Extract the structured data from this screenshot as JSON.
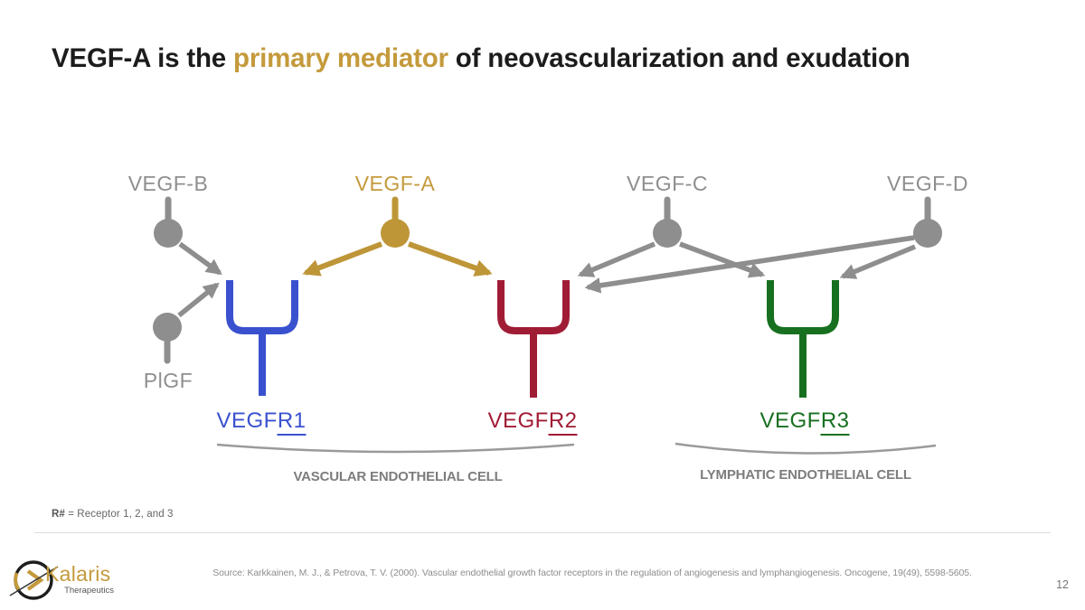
{
  "slide": {
    "title": {
      "pre": "VEGF-A is the ",
      "highlight": "primary mediator",
      "post": " of neovascularization and exudation"
    },
    "ligands": {
      "vegf_b": "VEGF-B",
      "vegf_a": "VEGF-A",
      "vegf_c": "VEGF-C",
      "vegf_d": "VEGF-D",
      "plgf": "PlGF"
    },
    "receptors": {
      "r1": {
        "prefix": "VEGF",
        "sub": "R1"
      },
      "r2": {
        "prefix": "VEGF",
        "sub": "R2"
      },
      "r3": {
        "prefix": "VEGF",
        "sub": "R3"
      }
    },
    "cells": {
      "vascular": "VASCULAR ENDOTHELIAL CELL",
      "lymphatic": "LYMPHATIC ENDOTHELIAL CELL"
    },
    "footnote": {
      "term": "R#",
      "definition": " = Receptor 1, 2, and 3"
    },
    "footer": {
      "logo_name": "Kalaris",
      "logo_tagline": "Therapeutics",
      "source": "Source: Karkkainen, M. J., & Petrova, T. V. (2000). Vascular endothelial growth factor receptors in the regulation of angiogenesis and lymphangiogenesis. Oncogene, 19(49), 5598-5605.",
      "page_number": "12"
    },
    "colors": {
      "gold": "#C49A3C",
      "gray": "#8E8E8E",
      "blue": "#3A51CF",
      "red": "#A01C35",
      "green": "#177020"
    }
  }
}
